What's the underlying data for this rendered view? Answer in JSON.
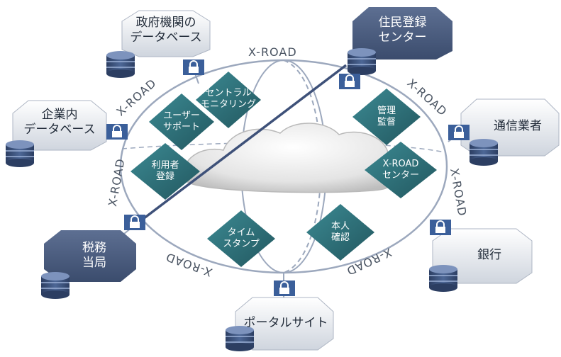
{
  "ring": {
    "top": "X-ROAD",
    "upper_left": "X-ROAD",
    "upper_right": "X-ROAD",
    "left": "X-ROAD",
    "right": "X-ROAD",
    "lower_left": "X-ROAD",
    "lower_right": "X-ROAD"
  },
  "nodes": {
    "government": "政府機関の\nデータベース",
    "resident": "住民登録\nセンター",
    "enterprise": "企業内\nデータベース",
    "telecom": "通信業者",
    "tax": "税務\n当局",
    "bank": "銀行",
    "portal": "ポータルサイト"
  },
  "services": {
    "monitoring": "セントラル\nモニタリング",
    "management": "管理\n監督",
    "support": "ユーザー\nサポート",
    "registration": "利用者\n登録",
    "xroad_center": "X-ROAD\nセンター",
    "timestamp": "タイム\nスタンプ",
    "identity": "本人\n確認"
  },
  "colors": {
    "dark_hex": "#46587a",
    "light_hex": "#dfe3ea",
    "diamond": "#2f6f78",
    "ring": "#9ca8bd",
    "lock": "#3b5f9a"
  }
}
